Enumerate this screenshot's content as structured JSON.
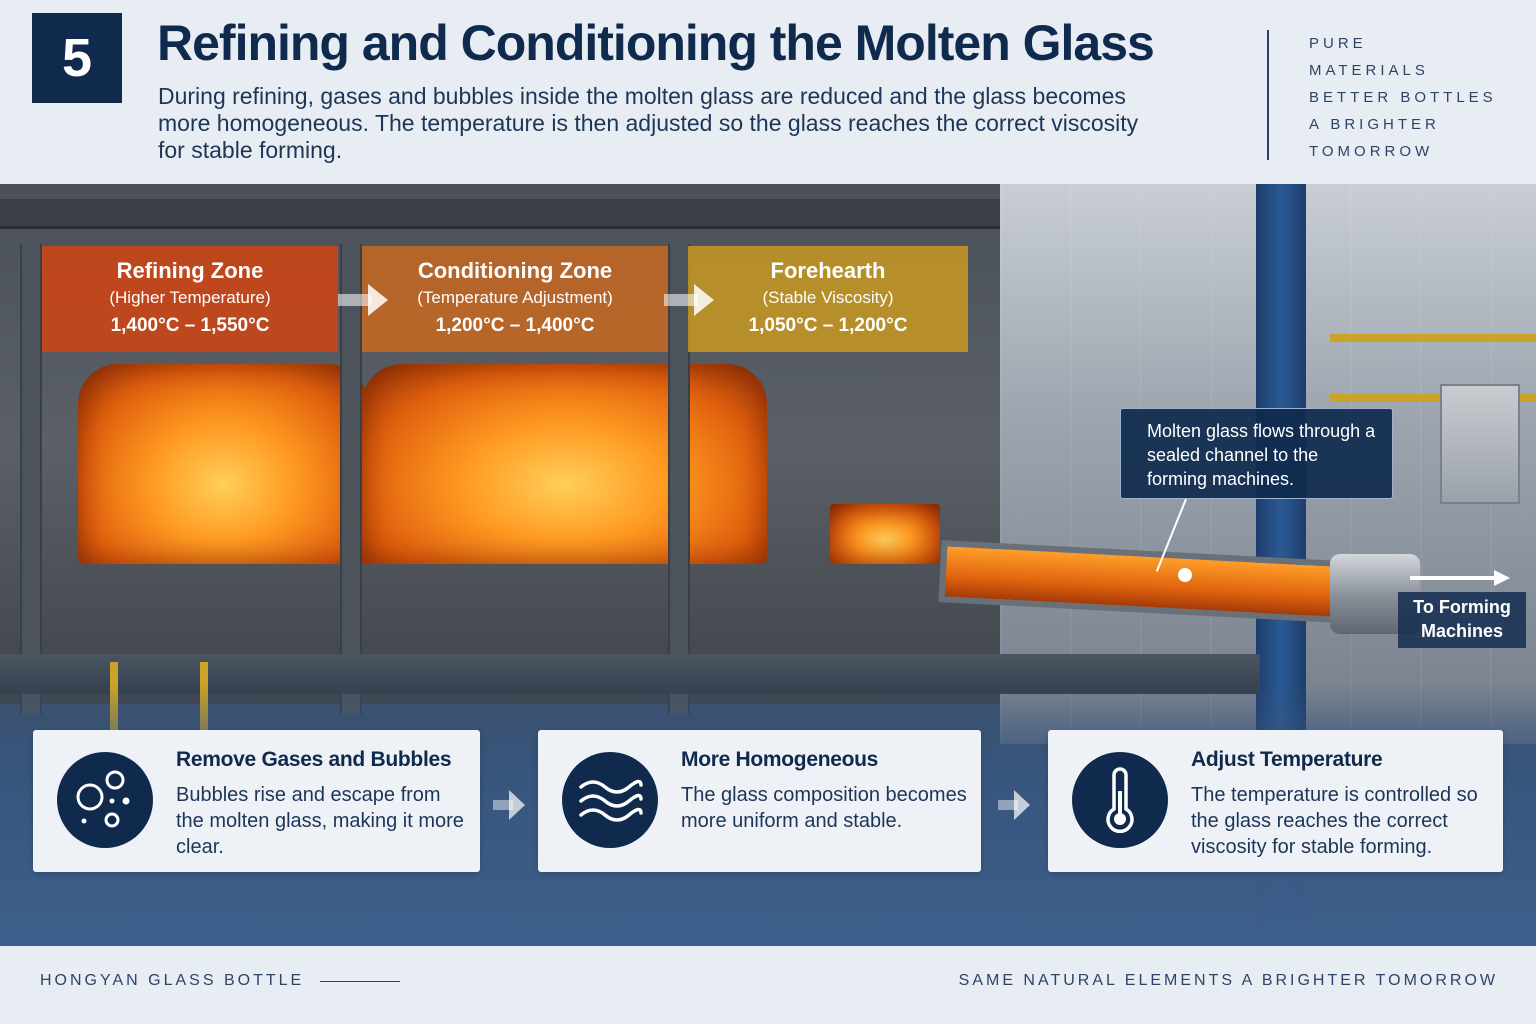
{
  "header": {
    "step_number": "5",
    "title": "Refining and Conditioning the Molten Glass",
    "intro": "During refining, gases and bubbles inside the molten glass are reduced and the glass becomes more homogeneous. The temperature is then adjusted so the glass reaches the correct viscosity for stable forming.",
    "tagline": [
      "PURE",
      "MATERIALS",
      "BETTER BOTTLES",
      "A BRIGHTER",
      "TOMORROW"
    ]
  },
  "zones": [
    {
      "name": "Refining Zone",
      "subtitle": "(Higher Temperature)",
      "temp": "1,400°C – 1,550°C"
    },
    {
      "name": "Conditioning Zone",
      "subtitle": "(Temperature Adjustment)",
      "temp": "1,200°C – 1,400°C"
    },
    {
      "name": "Forehearth",
      "subtitle": "(Stable Viscosity)",
      "temp": "1,050°C – 1,200°C"
    }
  ],
  "callout": {
    "text": "Molten glass flows through a sealed channel to the forming machines."
  },
  "outlet": {
    "label": "To Forming Machines"
  },
  "cards": [
    {
      "icon": "bubbles-icon",
      "title": "Remove Gases and Bubbles",
      "text": "Bubbles rise and escape from the molten glass, making it more clear."
    },
    {
      "icon": "waves-icon",
      "title": "More Homogeneous",
      "text": "The glass composition becomes more uniform and stable."
    },
    {
      "icon": "thermometer-icon",
      "title": "Adjust Temperature",
      "text": "The temperature is controlled so the glass reaches the correct viscosity for stable forming."
    }
  ],
  "footer": {
    "brand": "HONGYAN GLASS BOTTLE",
    "tagline": "SAME NATURAL ELEMENTS A BRIGHTER TOMORROW"
  },
  "colors": {
    "navy": "#0f2a4d",
    "refining_zone": "#cd4614",
    "conditioning_zone": "#cd691e",
    "forehearth_zone": "#c49623",
    "background": "#e8edf3"
  }
}
